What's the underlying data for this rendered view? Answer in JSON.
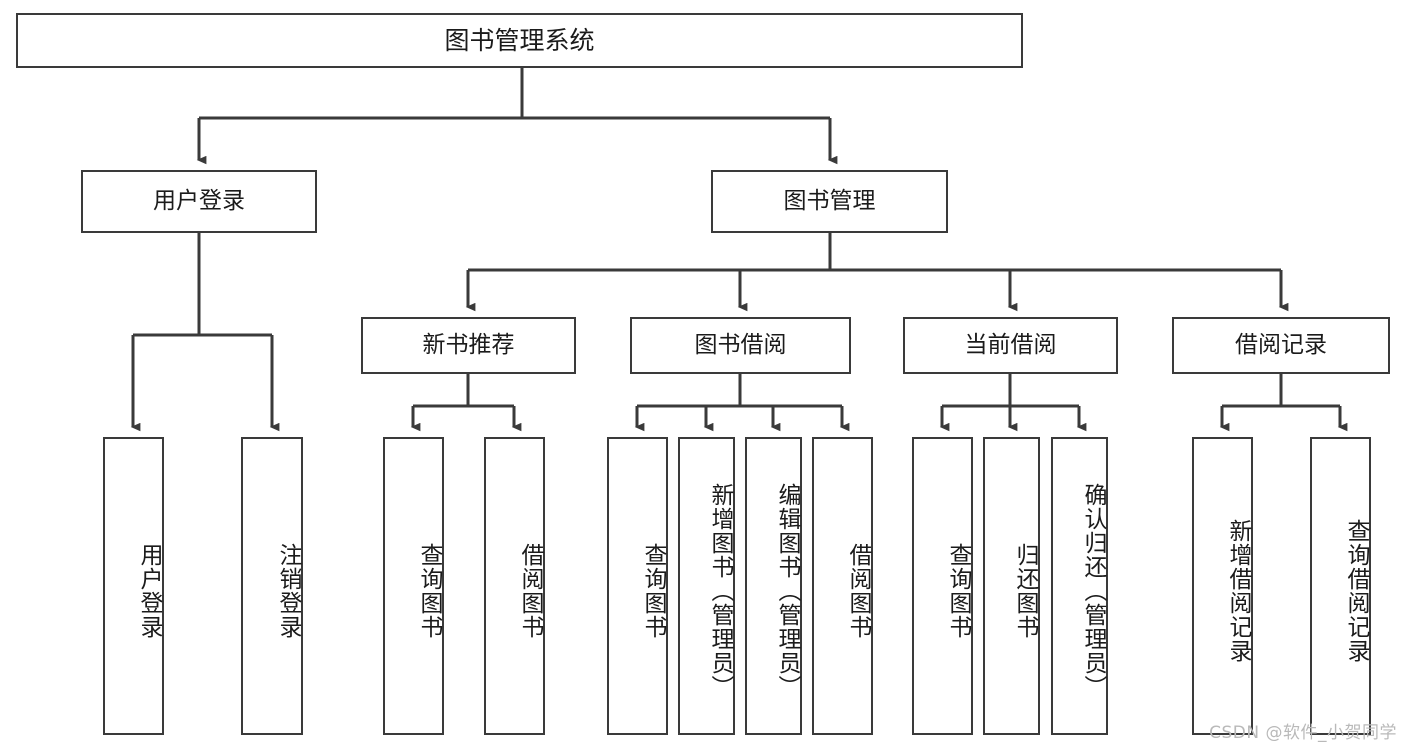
{
  "diagram": {
    "type": "tree-hierarchy-chart",
    "title": "图书管理系统",
    "root": {
      "label": "图书管理系统"
    },
    "level2": [
      {
        "label": "用户登录"
      },
      {
        "label": "图书管理"
      }
    ],
    "level3": [
      {
        "label": "新书推荐"
      },
      {
        "label": "图书借阅"
      },
      {
        "label": "当前借阅"
      },
      {
        "label": "借阅记录"
      }
    ],
    "leaves": {
      "user_login": [
        {
          "label": "用户登录"
        },
        {
          "label": "注销登录"
        }
      ],
      "new_book_recommend": [
        {
          "label": "查询图书"
        },
        {
          "label": "借阅图书"
        }
      ],
      "book_borrow": [
        {
          "label": "查询图书"
        },
        {
          "label": "新增图书（管理员）"
        },
        {
          "label": "编辑图书（管理员）"
        },
        {
          "label": "借阅图书"
        }
      ],
      "current_borrow": [
        {
          "label": "查询图书"
        },
        {
          "label": "归还图书"
        },
        {
          "label": "确认归还（管理员）"
        }
      ],
      "borrow_record": [
        {
          "label": "新增借阅记录"
        },
        {
          "label": "查询借阅记录"
        }
      ]
    },
    "watermark": "CSDN @软件_小贺同学",
    "colors": {
      "stroke": "#3a3a3a",
      "text": "#1b1b1b",
      "background": "#ffffff",
      "watermark": "#b9b9b9"
    }
  }
}
